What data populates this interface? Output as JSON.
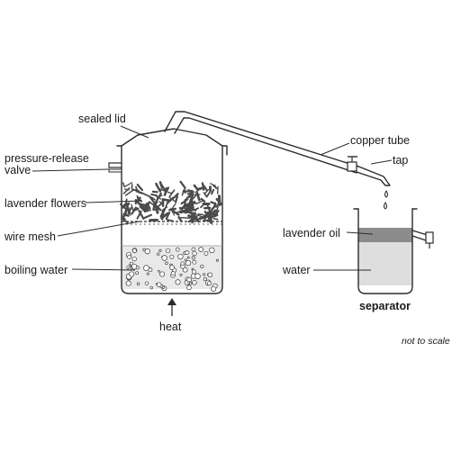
{
  "labels": {
    "sealed_lid": "sealed lid",
    "pressure_release_valve_line1": "pressure-release",
    "pressure_release_valve_line2": "valve",
    "lavender_flowers": "lavender flowers",
    "wire_mesh": "wire mesh",
    "boiling_water": "boiling water",
    "heat": "heat",
    "copper_tube": "copper tube",
    "tap": "tap",
    "lavender_oil": "lavender oil",
    "water": "water",
    "separator": "separator",
    "scale_note": "not to scale"
  },
  "colors": {
    "outline": "#2b2b2b",
    "oil_layer": "#8c8c8c",
    "water_layer": "#dedede",
    "boiling_water": "#e9e9e9",
    "flowers": "#4a4a4a"
  }
}
